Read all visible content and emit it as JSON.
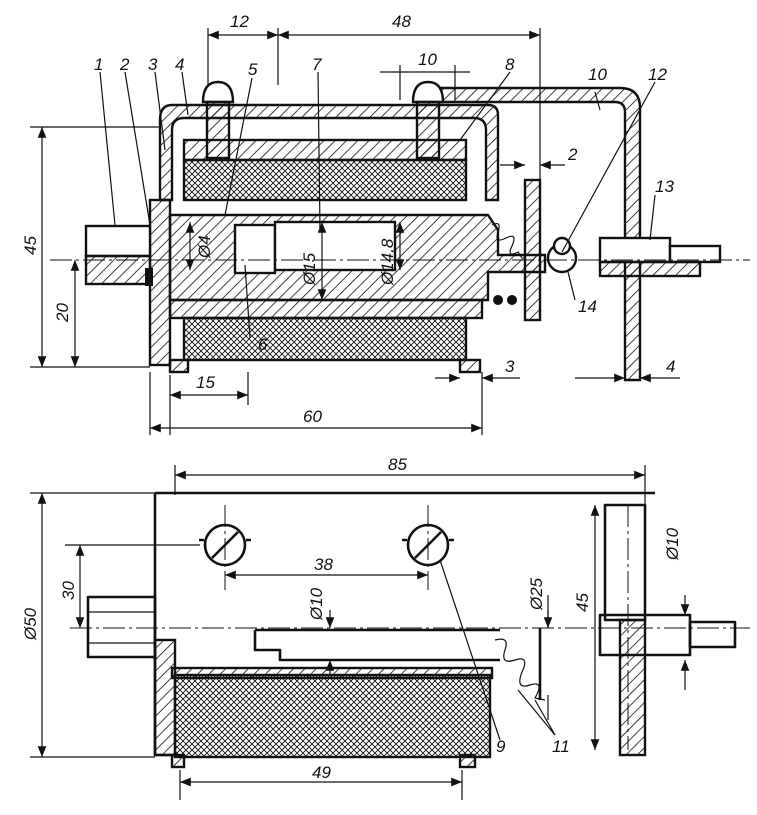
{
  "top_view": {
    "part_numbers": [
      "1",
      "2",
      "3",
      "4",
      "5",
      "7",
      "8",
      "10",
      "12",
      "13",
      "14",
      "6"
    ],
    "dims": {
      "d12": "12",
      "d48": "48",
      "d10": "10",
      "d2": "2",
      "d45": "45",
      "d20": "20",
      "d4dia": "Ø4",
      "d15dia": "Ø15",
      "d148dia": "Ø14,8",
      "d15": "15",
      "d60": "60",
      "d3": "3",
      "d4": "4"
    }
  },
  "bottom_view": {
    "part_numbers": [
      "9",
      "11"
    ],
    "dims": {
      "d85": "85",
      "d38": "38",
      "d50dia": "Ø50",
      "d30": "30",
      "d10dia": "Ø10",
      "d25dia": "Ø25",
      "d45": "45",
      "d10dia_right": "Ø10",
      "d49": "49"
    }
  }
}
